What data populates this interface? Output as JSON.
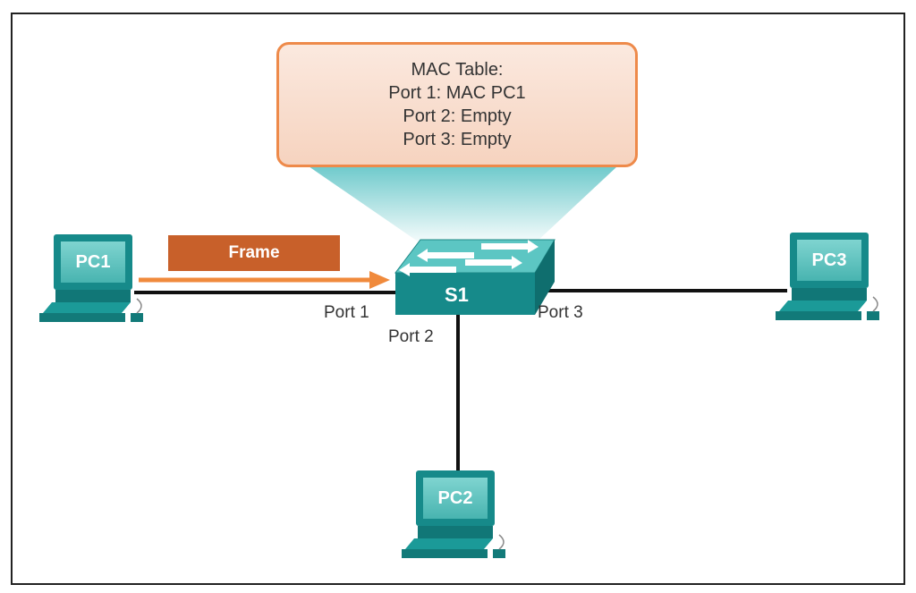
{
  "mac_table": {
    "title": "MAC Table:",
    "entries": [
      "Port 1: MAC PC1",
      "Port 2: Empty",
      "Port 3: Empty"
    ]
  },
  "frame": {
    "label": "Frame"
  },
  "switch": {
    "label": "S1"
  },
  "ports": {
    "port1": "Port 1",
    "port2": "Port 2",
    "port3": "Port 3"
  },
  "pcs": {
    "pc1": "PC1",
    "pc2": "PC2",
    "pc3": "PC3"
  },
  "colors": {
    "device_teal": "#168a8a",
    "device_light": "#5cc6c3",
    "frame_orange": "#c8602a",
    "arrow_orange": "#f08a3c",
    "table_border": "#ee8a4a"
  }
}
